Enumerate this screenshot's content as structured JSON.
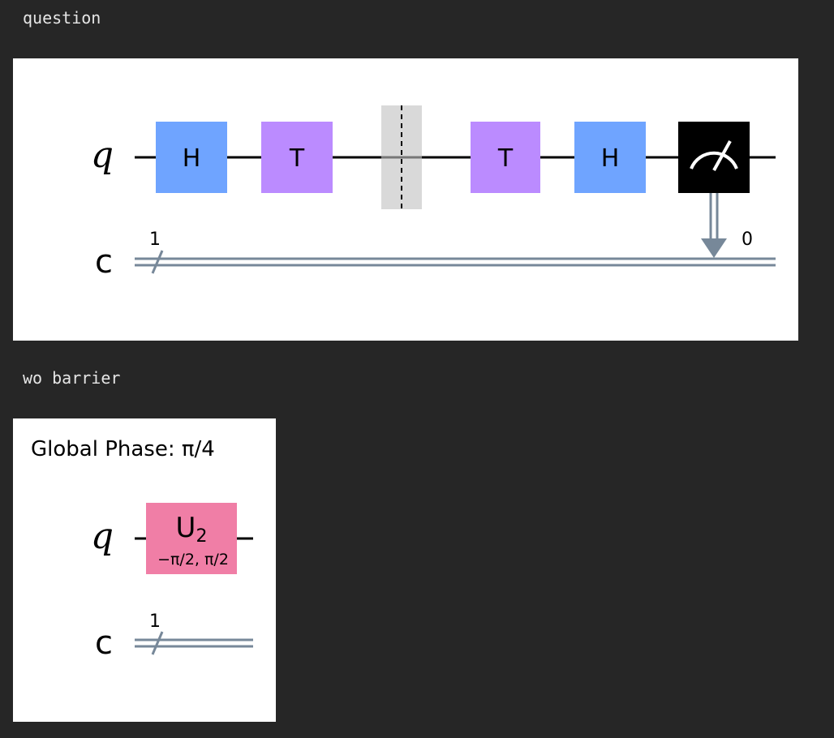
{
  "cells": [
    {
      "label": "question",
      "circuit": {
        "quantum_register": "q",
        "classical_register": "c",
        "classical_width": "1",
        "gates": [
          {
            "label": "H",
            "color": "#6fa4ff"
          },
          {
            "label": "T",
            "color": "#bb8bff"
          },
          {
            "label": "barrier"
          },
          {
            "label": "T",
            "color": "#bb8bff"
          },
          {
            "label": "H",
            "color": "#6fa4ff"
          },
          {
            "label": "measure",
            "color": "#000000"
          }
        ],
        "measure_target_bit": "0"
      }
    },
    {
      "label": "wo barrier",
      "circuit": {
        "global_phase": "Global Phase: π/4",
        "quantum_register": "q",
        "classical_register": "c",
        "classical_width": "1",
        "gates": [
          {
            "label": "U",
            "subscript": "2",
            "params": "−π/2, π/2",
            "color": "#f07ea6"
          }
        ]
      }
    }
  ],
  "colors": {
    "background": "#262626",
    "classical_wire": "#778899",
    "barrier_fill": "#d9d9d9"
  }
}
